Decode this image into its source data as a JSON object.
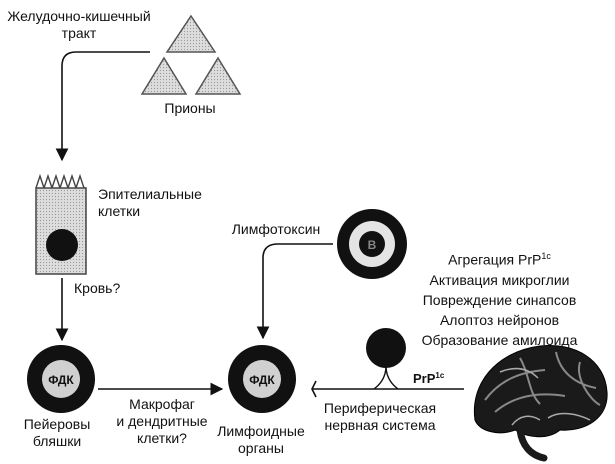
{
  "labels": {
    "gi_tract": "Желудочно-кишечный\nтракт",
    "prions": "Прионы",
    "epithelial": "Эпителиальные\nклетки",
    "blood": "Кровь?",
    "peyer": "Пейеровы\nбляшки",
    "macrophage": "Макрофаг\nи дендритные\nклетки?",
    "lymphoid": "Лимфоидные\nорганы",
    "lymphotoxin": "Лимфотоксин",
    "peripheral": "Периферическая\nнервная система",
    "prp_base": "PrP",
    "prp_sup": "1c",
    "fdk_1": "ФДК",
    "fdk_2": "ФДК",
    "b_cell": "B"
  },
  "effects": [
    {
      "text": "Агрегация PrP",
      "sup": "1c"
    },
    {
      "text": "Активация микроглии",
      "sup": ""
    },
    {
      "text": "Повреждение синапсов",
      "sup": ""
    },
    {
      "text": "Алоптоз нейронов",
      "sup": ""
    },
    {
      "text": "Образование амилоида",
      "sup": ""
    }
  ],
  "colors": {
    "ink": "#111111",
    "prion_fill": "#d8d8d8",
    "cell_fill": "#e6e6e6",
    "fdk_core": "#cfcfcf"
  }
}
